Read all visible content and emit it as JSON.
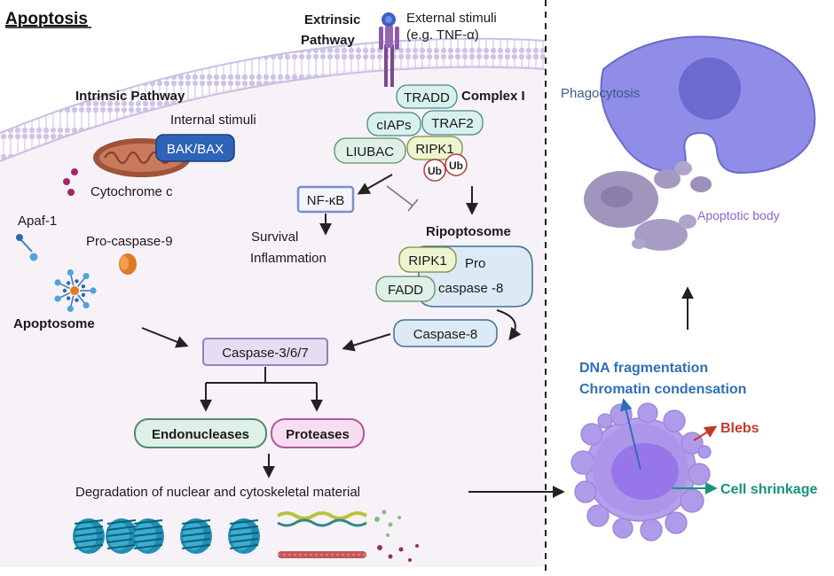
{
  "title": "Apoptosis",
  "extrinsic": {
    "label_line1": "Extrinsic",
    "label_line2": "Pathway",
    "stimuli_line1": "External stimuli",
    "stimuli_line2": "(e.g. TNF-α)"
  },
  "complex1": {
    "label": "Complex I",
    "tradd": "TRADD",
    "ciaps": "cIAPs",
    "traf2": "TRAF2",
    "liubac": "LIUBAC",
    "ripk1": "RIPK1",
    "ub1": "Ub",
    "ub2": "Ub"
  },
  "intrinsic": {
    "label": "Intrinsic Pathway",
    "stimuli": "Internal stimuli",
    "bakbax": "BAK/BAX",
    "cytochrome": "Cytochrome c",
    "apaf": "Apaf-1",
    "procasp9": "Pro-caspase-9",
    "apoptosome": "Apoptosome"
  },
  "nfkb": {
    "label": "NF-κB",
    "survival": "Survival",
    "inflammation": "Inflammation"
  },
  "ripoptosome": {
    "label": "Ripoptosome",
    "ripk1": "RIPK1",
    "fadd": "FADD",
    "pro_line1": "Pro",
    "pro_line2": "caspase -8"
  },
  "caspase8": "Caspase-8",
  "caspase367": "Caspase-3/6/7",
  "endonucleases": "Endonucleases",
  "proteases": "Proteases",
  "degradation": "Degradation of nuclear and cytoskeletal material",
  "right": {
    "phagocytosis": "Phagocytosis",
    "apoptotic_body": "Apoptotic body",
    "dna_frag": "DNA fragmentation",
    "chromatin": "Chromatin condensation",
    "blebs": "Blebs",
    "shrinkage": "Cell shrinkage"
  },
  "colors": {
    "membrane": "#c9bedf",
    "cytoplasm": "#f6f1f7",
    "bakbax": "#2e63b8",
    "cell": "#a48ee6",
    "phagocyte": "#8f8de8",
    "dna_label": "#2f6fb6",
    "blebs_label": "#c0392b",
    "shrink_label": "#16937f",
    "apoptotic_label": "#8a64c4",
    "phagocytosis_label": "#3a5a8c"
  }
}
